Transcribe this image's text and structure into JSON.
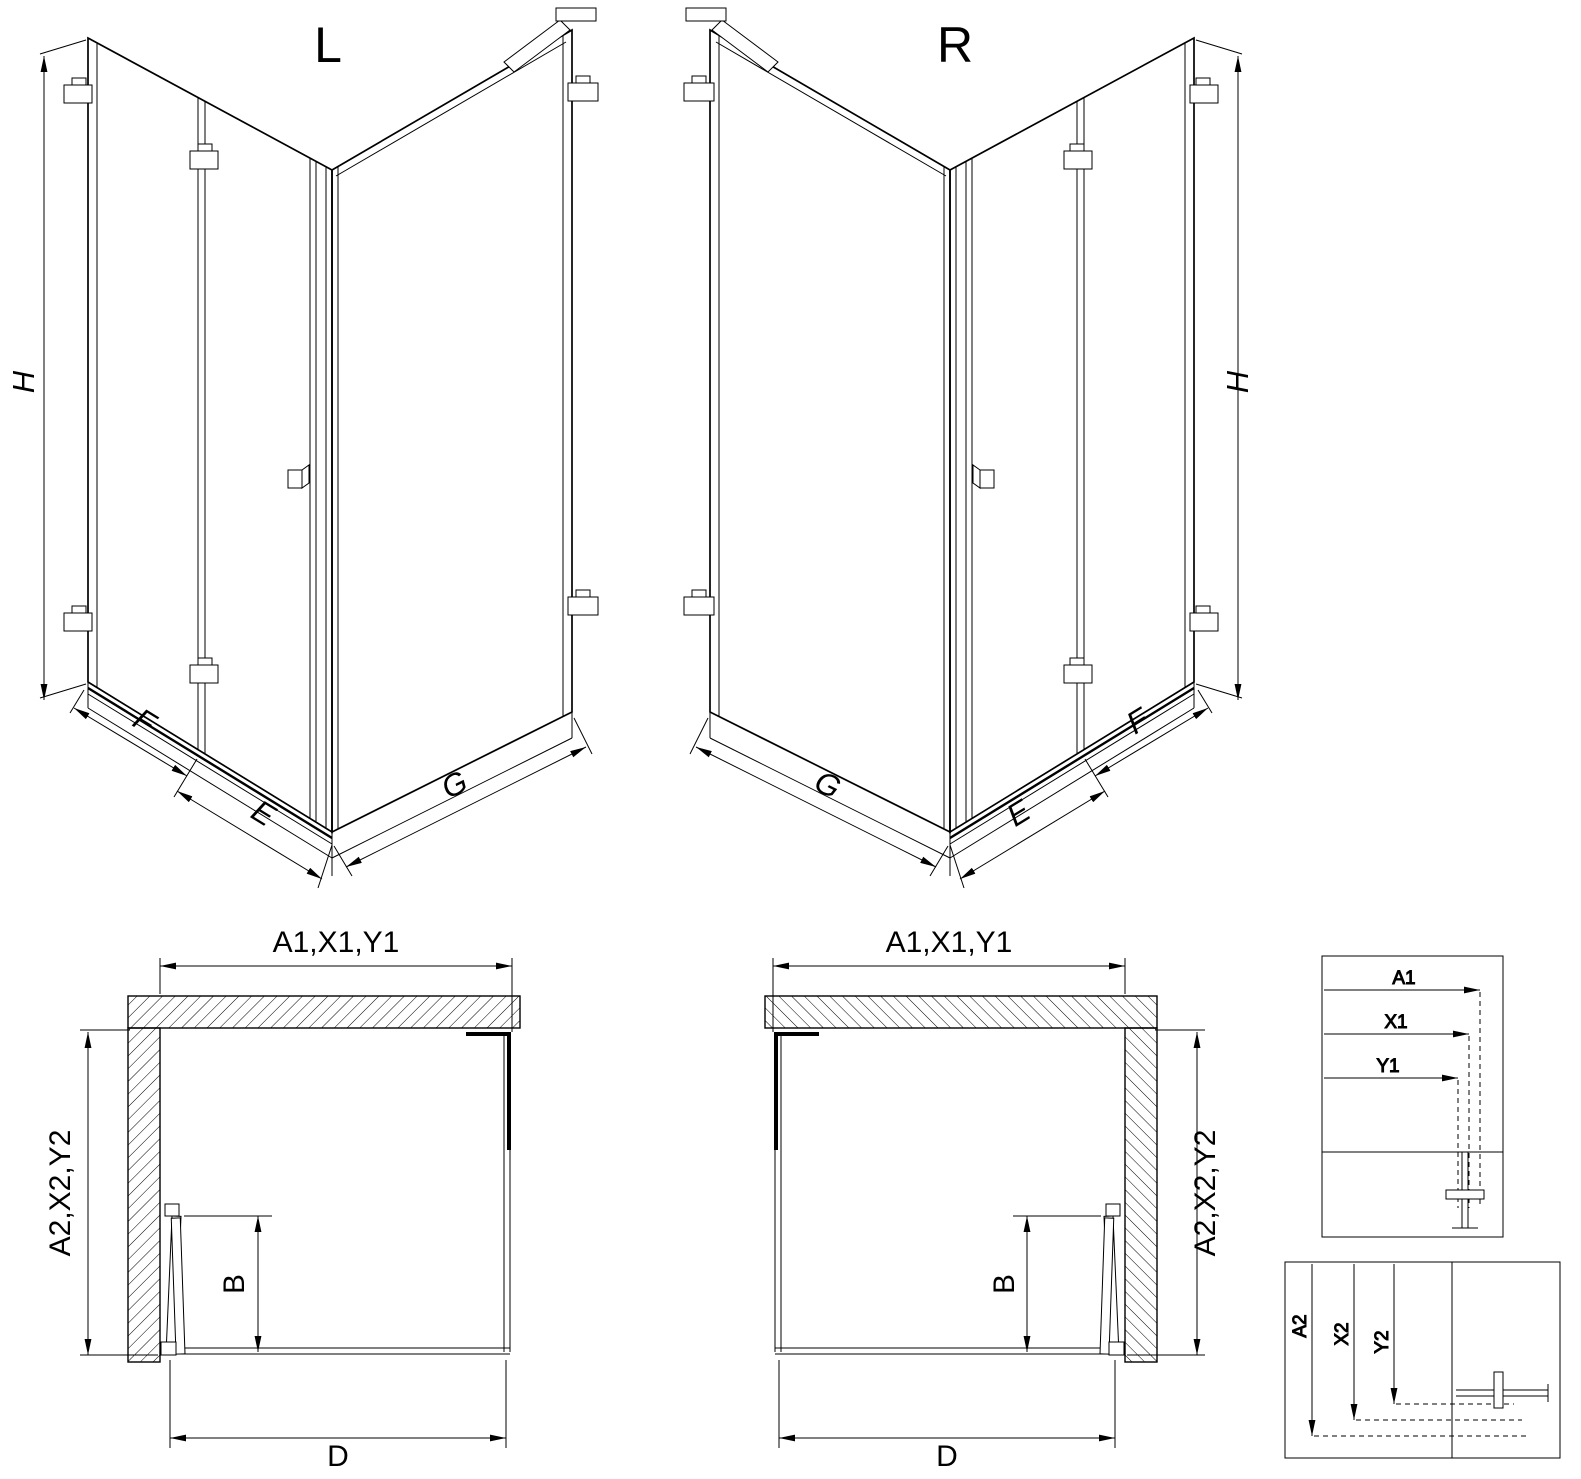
{
  "drawing": {
    "left_unit": {
      "variant_label": "L",
      "height_label": "H",
      "door_panel_label": "F",
      "door_extension_label": "E",
      "side_panel_label": "G"
    },
    "right_unit": {
      "variant_label": "R",
      "height_label": "H",
      "door_panel_label": "F",
      "door_extension_label": "E",
      "side_panel_label": "G"
    },
    "left_plan": {
      "width_label": "A1,X1,Y1",
      "depth_label": "A2,X2,Y2",
      "door_clearance_label": "B",
      "entry_label": "D"
    },
    "right_plan": {
      "width_label": "A1,X1,Y1",
      "depth_label": "A2,X2,Y2",
      "door_clearance_label": "B",
      "entry_label": "D"
    },
    "detail_width": {
      "a1": "A1",
      "x1": "X1",
      "y1": "Y1"
    },
    "detail_depth": {
      "a2": "A2",
      "x2": "X2",
      "y2": "Y2"
    }
  },
  "colors": {
    "line": "#000000",
    "background": "#ffffff"
  }
}
